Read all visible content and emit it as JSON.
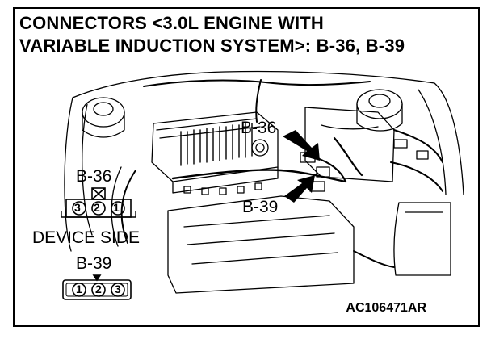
{
  "title": {
    "line1": "CONNECTORS <3.0L ENGINE WITH",
    "line2": "VARIABLE INDUCTION SYSTEM>: B-36, B-39"
  },
  "callouts": {
    "b36": "B-36",
    "b39": "B-39"
  },
  "connectors": {
    "b36": {
      "label": "B-36",
      "pins": [
        "3",
        "2",
        "1"
      ]
    },
    "device_side": "DEVICE SIDE",
    "b39": {
      "label": "B-39",
      "pins": [
        "1",
        "2",
        "3"
      ]
    }
  },
  "figure_code": "AC106471AR"
}
